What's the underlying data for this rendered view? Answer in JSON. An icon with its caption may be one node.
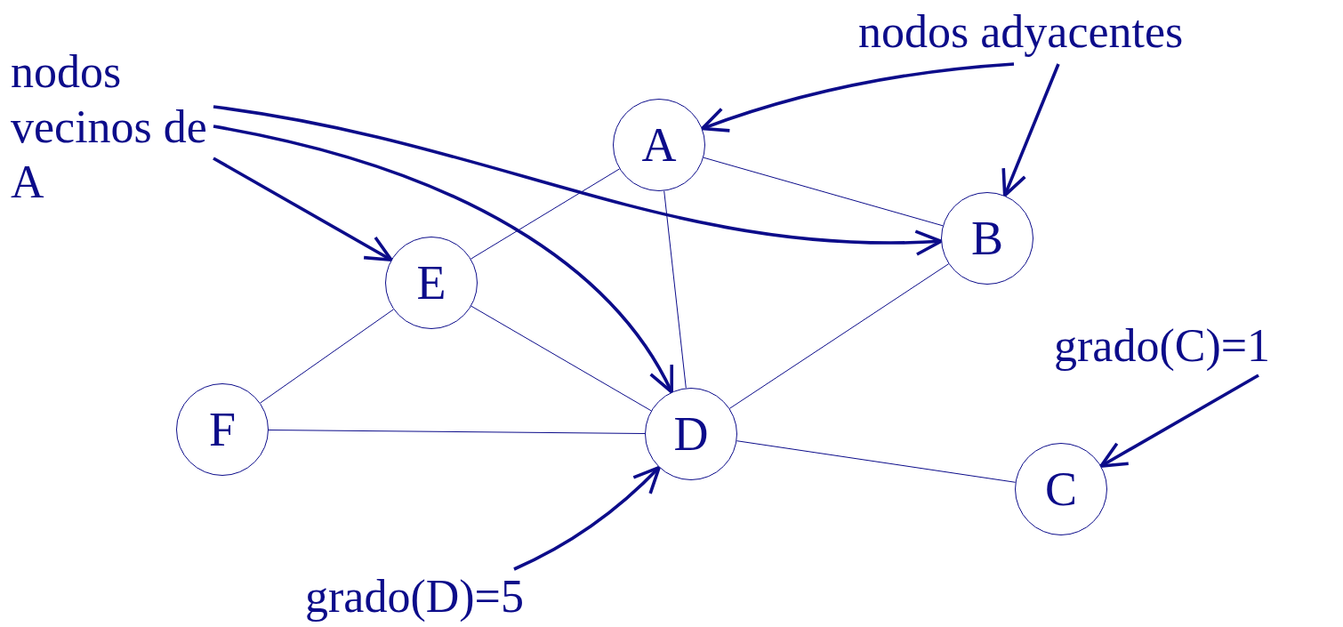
{
  "diagram": {
    "nodes": [
      {
        "text": [
          "nodos vecinos de A"
        ]
      },
      {
        "text": [
          "nodos adyacentes"
        ]
      },
      {
        "text": [
          "A"
        ]
      },
      {
        "text": [
          "B"
        ]
      },
      {
        "text": [
          "E"
        ]
      },
      {
        "text": [
          "F"
        ]
      },
      {
        "text": [
          "D"
        ]
      },
      {
        "text": [
          "grado(C)=1"
        ]
      },
      {
        "text": [
          "C"
        ]
      },
      {
        "text": [
          "grado(D)=5"
        ]
      }
    ],
    "edges": [
      {
        "from": 2,
        "to": 3,
        "arrow": "none"
      },
      {
        "from": 2,
        "to": 4,
        "arrow": "none"
      },
      {
        "from": 2,
        "to": 6,
        "arrow": "none"
      },
      {
        "from": 4,
        "to": 5,
        "arrow": "none"
      },
      {
        "from": 4,
        "to": 6,
        "arrow": "none"
      },
      {
        "from": 5,
        "to": 6,
        "arrow": "none"
      },
      {
        "from": 6,
        "to": 3,
        "arrow": "none"
      },
      {
        "from": 6,
        "to": 8,
        "arrow": "none"
      },
      {
        "from": 0,
        "to": 3,
        "arrow": "to",
        "style": "thick"
      },
      {
        "from": 0,
        "to": 6,
        "arrow": "to",
        "style": "thick"
      },
      {
        "from": 0,
        "to": 4,
        "arrow": "to",
        "style": "thick"
      },
      {
        "from": 1,
        "to": 2,
        "arrow": "to",
        "style": "thick"
      },
      {
        "from": 1,
        "to": 3,
        "arrow": "to",
        "style": "thick"
      },
      {
        "from": 7,
        "to": 8,
        "arrow": "to",
        "style": "thick"
      },
      {
        "from": 9,
        "to": 6,
        "arrow": "to",
        "style": "thick"
      }
    ]
  }
}
